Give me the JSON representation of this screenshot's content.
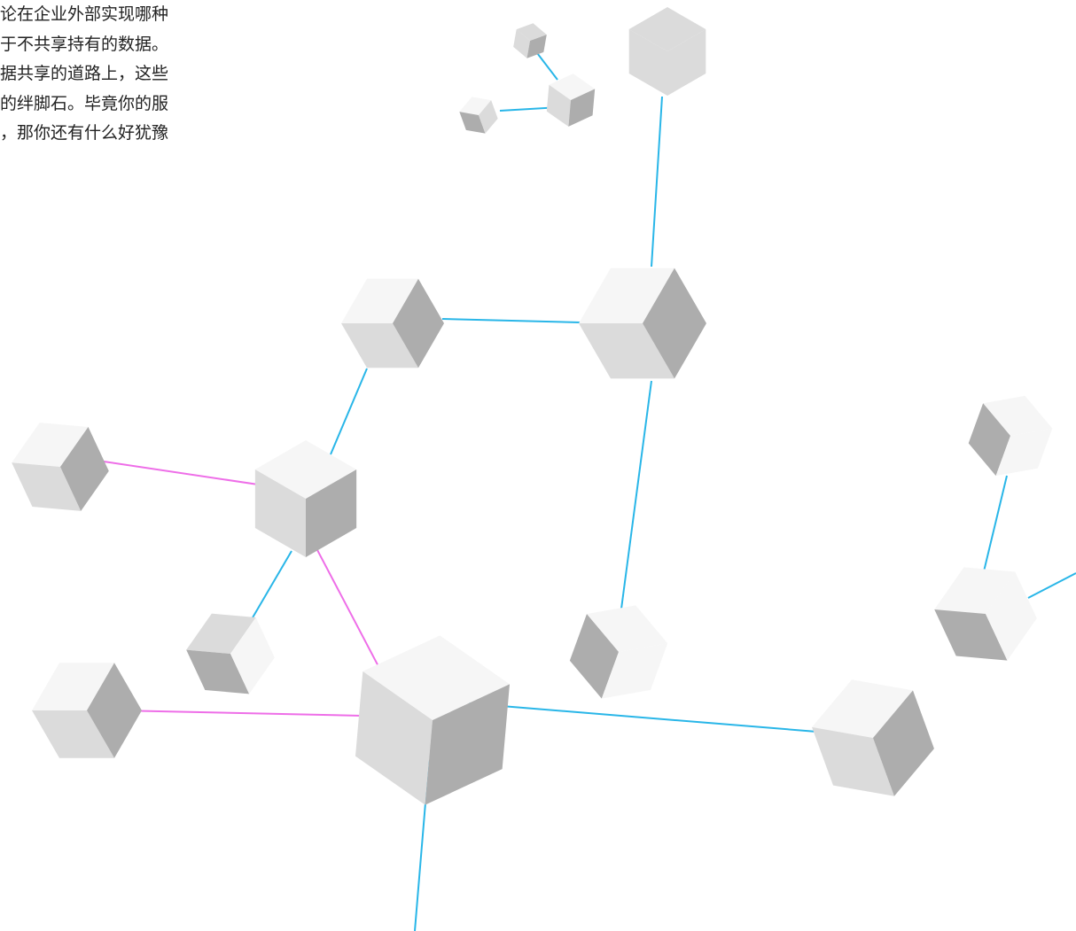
{
  "intro_text_lines": [
    "论在企业外部实现哪种",
    "于不共享持有的数据。",
    "据共享的道路上，这些",
    "的绊脚石。毕竟你的服",
    "，那你还有什么好犹豫"
  ],
  "colors": {
    "background": "#ffffff",
    "text": "#222222",
    "link_blue": "#29b6e8",
    "link_magenta": "#ee6ee8",
    "cube_light": "#f6f6f6",
    "cube_mid": "#dbdbdb",
    "cube_dark": "#adadad"
  },
  "nodes": [
    {
      "name": "cube-tiny-top-a"
    },
    {
      "name": "cube-tiny-top-b"
    },
    {
      "name": "cube-small-top-center"
    },
    {
      "name": "cube-top-right"
    },
    {
      "name": "cube-mid-left"
    },
    {
      "name": "cube-mid-center-large"
    },
    {
      "name": "cube-far-left"
    },
    {
      "name": "cube-left-center"
    },
    {
      "name": "cube-small-lower-left"
    },
    {
      "name": "cube-bottom-left"
    },
    {
      "name": "cube-bottom-center-largest"
    },
    {
      "name": "cube-lower-right-center"
    },
    {
      "name": "cube-bottom-right"
    },
    {
      "name": "cube-right-edge-top"
    },
    {
      "name": "cube-right-edge-bottom"
    }
  ],
  "links": [
    {
      "from": "cube-tiny-top-a",
      "to": "cube-small-top-center",
      "color": "blue"
    },
    {
      "from": "cube-tiny-top-b",
      "to": "cube-small-top-center",
      "color": "blue"
    },
    {
      "from": "cube-top-right",
      "to": "cube-mid-center-large",
      "color": "blue"
    },
    {
      "from": "cube-mid-left",
      "to": "cube-mid-center-large",
      "color": "blue"
    },
    {
      "from": "cube-mid-left",
      "to": "cube-left-center",
      "color": "blue"
    },
    {
      "from": "cube-far-left",
      "to": "cube-left-center",
      "color": "magenta"
    },
    {
      "from": "cube-left-center",
      "to": "cube-small-lower-left",
      "color": "blue"
    },
    {
      "from": "cube-left-center",
      "to": "cube-bottom-center-largest",
      "color": "magenta"
    },
    {
      "from": "cube-bottom-left",
      "to": "cube-bottom-center-largest",
      "color": "magenta"
    },
    {
      "from": "cube-mid-center-large",
      "to": "cube-lower-right-center",
      "color": "blue"
    },
    {
      "from": "cube-bottom-center-largest",
      "to": "cube-bottom-right",
      "color": "blue"
    },
    {
      "from": "cube-bottom-center-largest",
      "to": "offscreen-bottom",
      "color": "blue"
    },
    {
      "from": "cube-right-edge-top",
      "to": "cube-right-edge-bottom",
      "color": "blue"
    },
    {
      "from": "cube-right-edge-bottom",
      "to": "offscreen-right",
      "color": "blue"
    }
  ]
}
